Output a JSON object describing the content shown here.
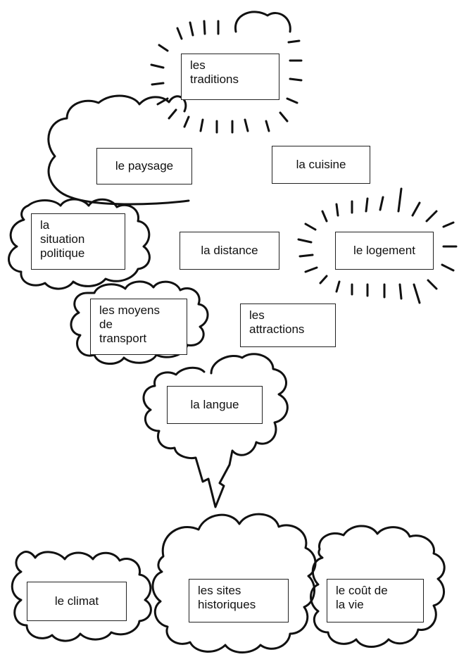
{
  "labels": {
    "traditions": "les\ntraditions",
    "paysage": "le paysage",
    "cuisine": "la cuisine",
    "situation_politique": "la\nsituation\npolitique",
    "distance": "la distance",
    "logement": "le logement",
    "moyens_transport": "les moyens\nde\ntransport",
    "attractions": "les\nattractions",
    "langue": "la langue",
    "climat": "le climat",
    "sites_historiques": "les sites\nhistoriques",
    "cout_vie": "le coût de\nla vie"
  },
  "colors": {
    "ink": "#111111",
    "paper": "#ffffff"
  },
  "shapes": {
    "cloud": [
      "situation_politique",
      "moyens_transport",
      "climat",
      "sites_historiques",
      "cout_vie"
    ],
    "starburst": [
      "traditions",
      "logement"
    ],
    "thought_cloud": [
      "paysage"
    ],
    "storm_cloud_with_lightning": [
      "langue"
    ],
    "plain_box": [
      "cuisine",
      "distance",
      "attractions"
    ]
  }
}
